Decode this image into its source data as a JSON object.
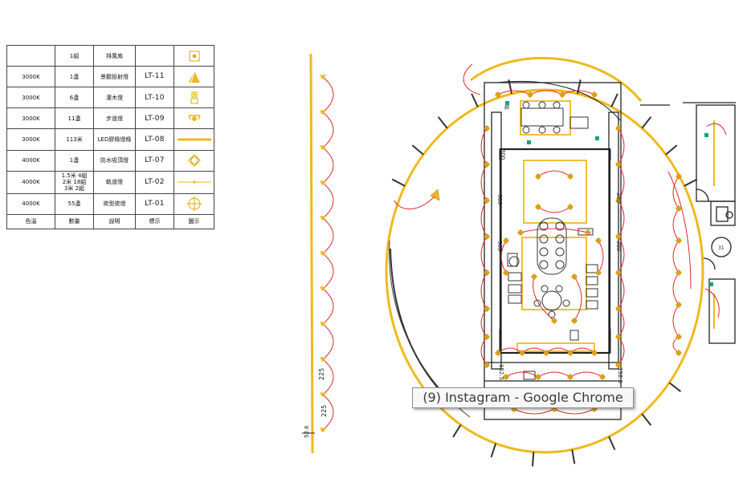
{
  "legend": {
    "header": [
      "色溫",
      "數量",
      "說明",
      "標示",
      "圖示"
    ],
    "rows": [
      {
        "color_temp": "",
        "qty": "1組",
        "desc": "排風扇",
        "code": "",
        "symbol": "fan-icon"
      },
      {
        "color_temp": "3000K",
        "qty": "1盞",
        "desc": "景觀投射燈",
        "code": "LT-11",
        "symbol": "projector-light-icon"
      },
      {
        "color_temp": "3000K",
        "qty": "6盞",
        "desc": "灌木燈",
        "code": "LT-10",
        "symbol": "shrub-light-icon"
      },
      {
        "color_temp": "3000K",
        "qty": "11盞",
        "desc": "步道燈",
        "code": "LT-09",
        "symbol": "path-light-icon"
      },
      {
        "color_temp": "3000K",
        "qty": "113米",
        "desc": "LED膠條燈條",
        "code": "LT-08",
        "symbol": "led-strip-icon"
      },
      {
        "color_temp": "4000K",
        "qty": "1盞",
        "desc": "防水吸頂燈",
        "code": "LT-07",
        "symbol": "waterproof-ceiling-light-icon"
      },
      {
        "color_temp": "4000K",
        "qty": "1.5米 4組\n2米 18組\n3米 2組",
        "desc": "軌道燈",
        "code": "LT-02",
        "symbol": "track-light-icon"
      },
      {
        "color_temp": "4000K",
        "qty": "55盞",
        "desc": "崁型崁燈",
        "code": "LT-01",
        "symbol": "recessed-light-icon"
      }
    ]
  },
  "drawing": {
    "dims_left": [
      "225",
      "225"
    ],
    "dims_left_small": "52.6",
    "dims_right": [
      "300",
      "300",
      "300",
      "300",
      "300"
    ],
    "dims_bottom": [
      "152.5",
      "152.5"
    ],
    "toilet_label": "廁",
    "round_table_label": "31",
    "colors": {
      "led": "#f0b81c",
      "circuit": "#e0262c",
      "wall": "#222222",
      "fixture": "#f3b520",
      "exit": "#10a57a"
    }
  },
  "tooltip": {
    "text": "(9) Instagram - Google Chrome"
  }
}
